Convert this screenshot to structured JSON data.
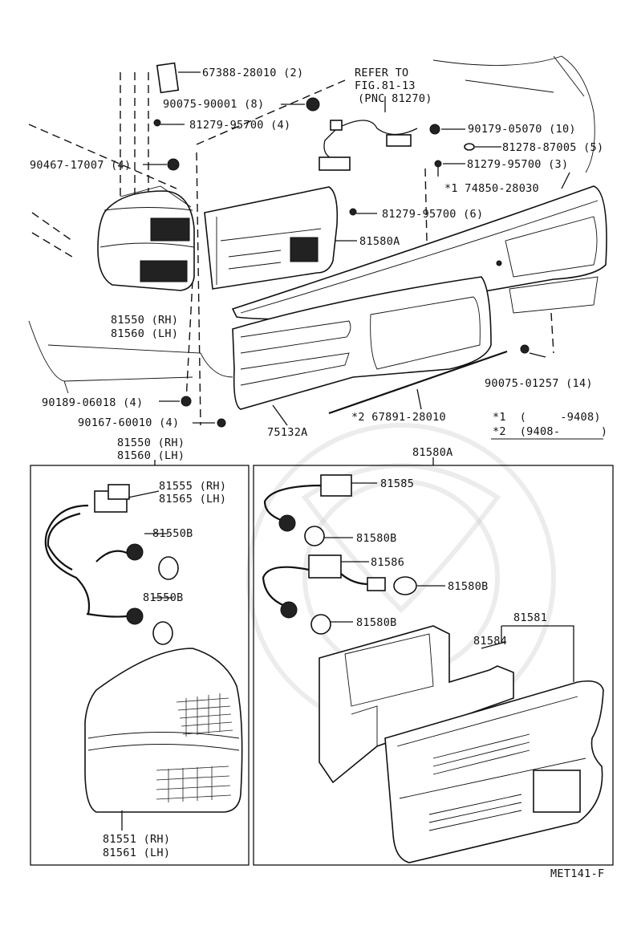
{
  "top_callouts": {
    "c1": "67388-28010 (2)",
    "c2": "90075-90001 (8)",
    "c3": "81279-95700 (4)",
    "c4": "90467-17007 (4)",
    "refer1": "REFER TO",
    "refer2": "FIG.81-13",
    "refer3": "(PNC 81270)",
    "c5": "90179-05070 (10)",
    "c6": "81278-87005 (5)",
    "c7": "81279-95700 (3)",
    "c8": "*1  74850-28030",
    "c9": "81279-95700 (6)",
    "c10": "81580A",
    "c11a": "81550 (RH)",
    "c11b": "81560 (LH)",
    "c12": "90075-01257 (14)",
    "c13": "90189-06018 (4)",
    "c14": "90167-60010 (4)",
    "c15": "*2  67891-28010",
    "c16": "75132A",
    "note1": "*1  (     -9408)",
    "note2": "*2  (9408-      )"
  },
  "left_box": {
    "title1": "81550 (RH)",
    "title2": "81560 (LH)",
    "socket_a": "81555 (RH)",
    "socket_b": "81565 (LH)",
    "bulb1": "81550B",
    "bulb2": "81550B",
    "lens_a": "81551 (RH)",
    "lens_b": "81561 (LH)"
  },
  "right_box": {
    "title": "81580A",
    "socket1": "81585",
    "bulb1": "81580B",
    "socket2": "81586",
    "bulb2": "81580B",
    "bulb3": "81580B",
    "assy": "81581",
    "gasket": "81584"
  },
  "footer": {
    "code": "MET141-F"
  }
}
